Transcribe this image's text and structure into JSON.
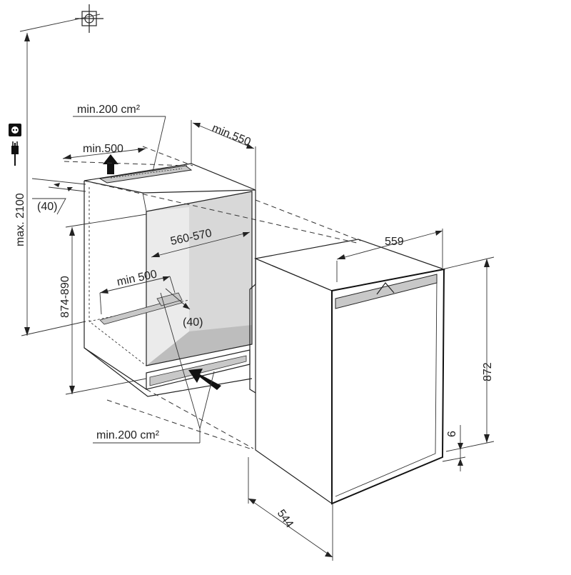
{
  "labels": {
    "vent_top_area": "min.200 cm²",
    "vent_top_width": "min.500",
    "niche_depth": "min.550",
    "top_gap": "(40)",
    "max_height": "max. 2100",
    "niche_width": "560-570",
    "niche_height": "874-890",
    "vent_bottom_width": "min 500",
    "bottom_gap": "(40)",
    "vent_bottom_area": "min.200 cm²",
    "appliance_width": "559",
    "appliance_height": "872",
    "appliance_foot": "6",
    "appliance_depth": "544"
  },
  "icons": [
    "socket-icon",
    "plug-icon",
    "crosshair-icon"
  ],
  "colors": {
    "line": "#222222",
    "niche_interior": "#d6d6d6",
    "niche_floor": "#bdbdbd",
    "vent": "#c8c8c8"
  }
}
